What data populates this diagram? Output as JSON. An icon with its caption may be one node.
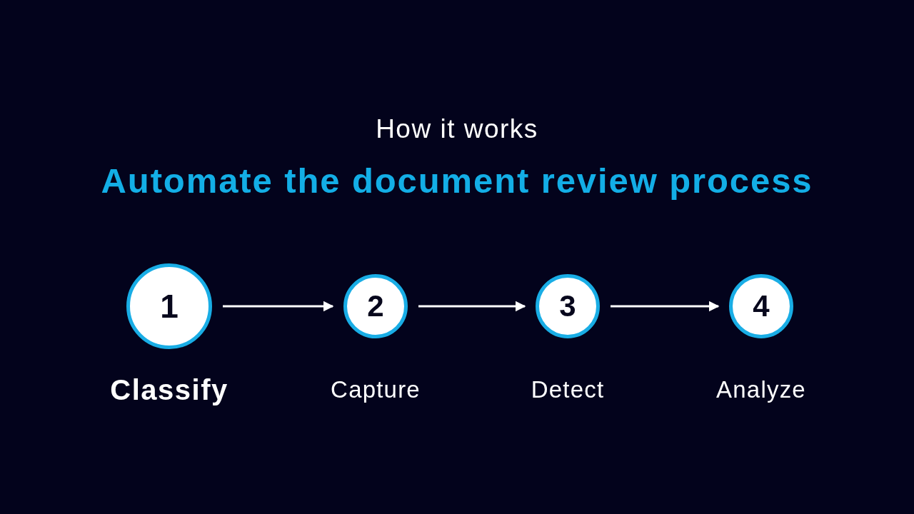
{
  "diagram": {
    "title": "Automate the document review process",
    "nodes": [
      {
        "text": [
          "1"
        ],
        "beside": [
          "Classify"
        ]
      },
      {
        "text": [
          "2"
        ],
        "beside": [
          "Capture"
        ]
      },
      {
        "text": [
          "3"
        ],
        "beside": [
          "Detect"
        ]
      },
      {
        "text": [
          "4"
        ],
        "beside": [
          "Analyze"
        ]
      }
    ],
    "edges": [
      {
        "from": 0,
        "to": 1,
        "arrow": "to"
      },
      {
        "from": 1,
        "to": 2,
        "arrow": "to"
      },
      {
        "from": 2,
        "to": 3,
        "arrow": "to"
      }
    ],
    "labels": [
      "How it works"
    ]
  }
}
